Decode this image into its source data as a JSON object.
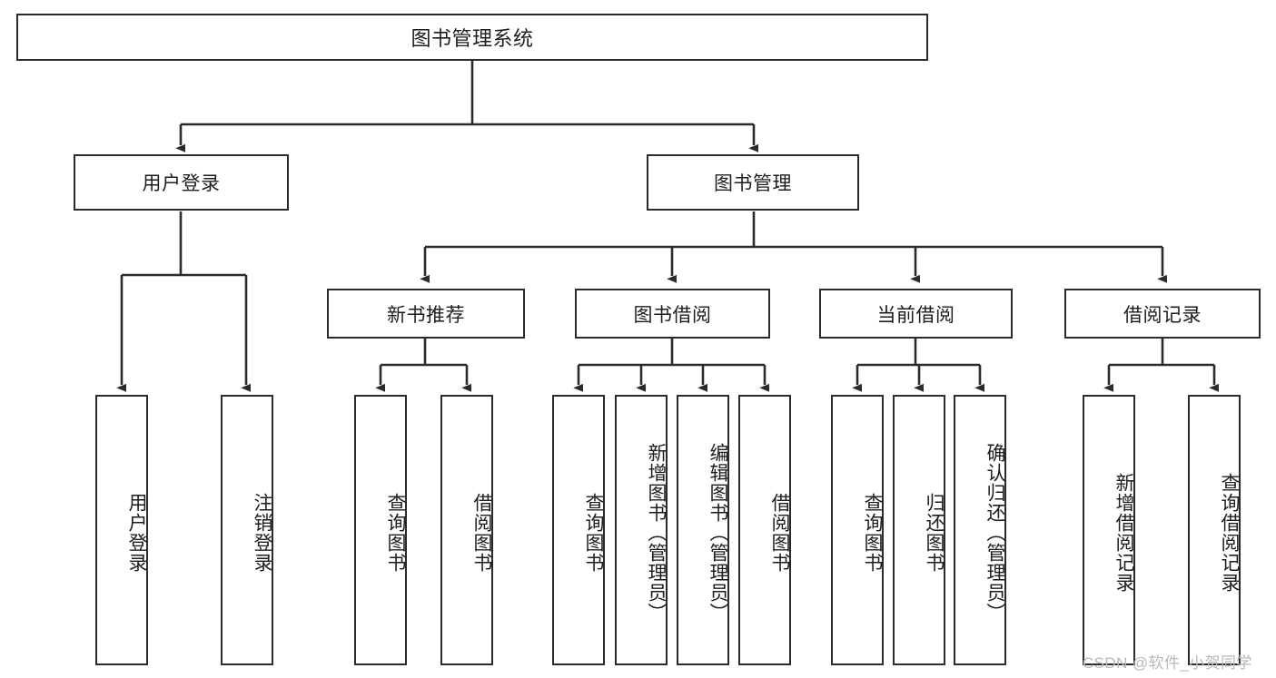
{
  "diagram": {
    "title": "图书管理系统",
    "type": "tree-hierarchy-chart",
    "orientation": "top-down",
    "colors": {
      "box_border": "#2b2b2b",
      "box_fill": "#ffffff",
      "edge": "#2b2b2b",
      "text": "#1d1d1d",
      "watermark": "#b9b9b9"
    }
  },
  "nodes": {
    "root": {
      "label": "图书管理系统",
      "level": 0,
      "orientation": "horizontal"
    },
    "l1": [
      {
        "id": "user-login",
        "label": "用户登录",
        "level": 1,
        "orientation": "horizontal"
      },
      {
        "id": "book-management",
        "label": "图书管理",
        "level": 1,
        "orientation": "horizontal"
      }
    ],
    "l2": [
      {
        "id": "new-book-recommend",
        "label": "新书推荐",
        "level": 2,
        "orientation": "horizontal"
      },
      {
        "id": "book-borrow",
        "label": "图书借阅",
        "level": 2,
        "orientation": "horizontal"
      },
      {
        "id": "current-borrow",
        "label": "当前借阅",
        "level": 2,
        "orientation": "horizontal"
      },
      {
        "id": "borrow-record",
        "label": "借阅记录",
        "level": 2,
        "orientation": "horizontal"
      }
    ],
    "leaves": {
      "user_login": [
        {
          "id": "leaf-user-login",
          "label": "用户登录"
        },
        {
          "id": "leaf-logout-login",
          "label": "注销登录"
        }
      ],
      "new_book_recommend": [
        {
          "id": "leaf-query-book-1",
          "label": "查询图书"
        },
        {
          "id": "leaf-borrow-book-1",
          "label": "借阅图书"
        }
      ],
      "book_borrow": [
        {
          "id": "leaf-query-book-2",
          "label": "查询图书"
        },
        {
          "id": "leaf-add-book",
          "label": "新增图书（管理员）"
        },
        {
          "id": "leaf-edit-book",
          "label": "编辑图书（管理员）"
        },
        {
          "id": "leaf-borrow-book-2",
          "label": "借阅图书"
        }
      ],
      "current_borrow": [
        {
          "id": "leaf-query-book-3",
          "label": "查询图书"
        },
        {
          "id": "leaf-return-book",
          "label": "归还图书"
        },
        {
          "id": "leaf-confirm-return",
          "label": "确认归还（管理员）"
        }
      ],
      "borrow_record": [
        {
          "id": "leaf-add-borrow-record",
          "label": "新增借阅记录"
        },
        {
          "id": "leaf-query-borrow-record",
          "label": "查询借阅记录"
        }
      ]
    }
  },
  "watermark": {
    "text": "CSDN @软件_小贺同学"
  }
}
